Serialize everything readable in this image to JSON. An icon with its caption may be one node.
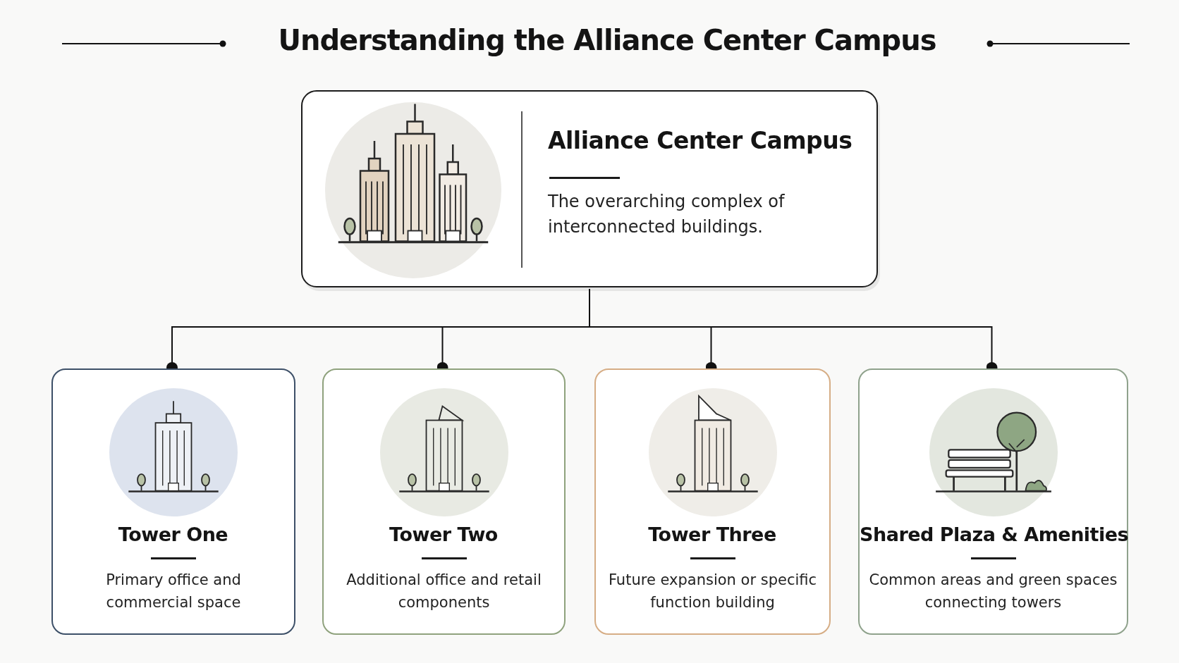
{
  "diagram": {
    "title": "Understanding the Alliance Center Campus",
    "nodes": [
      {
        "text": [
          "Alliance Center Campus",
          "The overarching complex of interconnected buildings."
        ]
      },
      {
        "text": [
          "Tower One",
          "Primary office and commercial space"
        ]
      },
      {
        "text": [
          "Tower Two",
          "Additional office and retail components"
        ]
      },
      {
        "text": [
          "Tower Three",
          "Future expansion or specific function building"
        ]
      },
      {
        "text": [
          "Shared Plaza & Amenities",
          "Common areas and green spaces connecting towers"
        ]
      }
    ],
    "edges": [
      {
        "from": 0,
        "to": 1,
        "arrow": "other"
      },
      {
        "from": 0,
        "to": 2,
        "arrow": "other"
      },
      {
        "from": 0,
        "to": 3,
        "arrow": "other"
      },
      {
        "from": 0,
        "to": 4,
        "arrow": "other"
      }
    ]
  }
}
